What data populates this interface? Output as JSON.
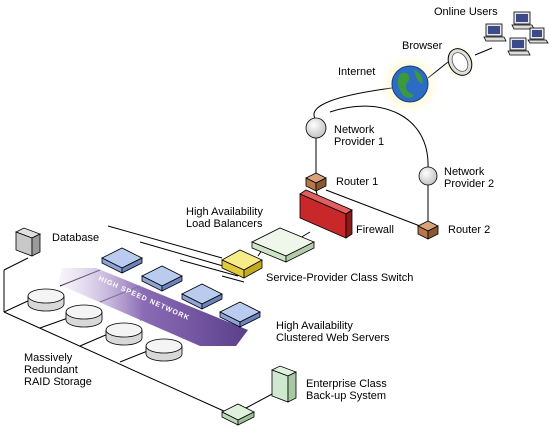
{
  "labels": {
    "online_users": "Online Users",
    "browser": "Browser",
    "internet": "Internet",
    "network_provider_1": "Network\nProvider 1",
    "network_provider_2": "Network\nProvider 2",
    "router_1": "Router 1",
    "router_2": "Router 2",
    "load_balancers": "High Availability\nLoad Balancers",
    "firewall": "Firewall",
    "database": "Database",
    "switch": "Service-Provider Class Switch",
    "high_speed_network": "HIGH SPEED NETWORK",
    "web_servers": "High Availability\nClustered Web Servers",
    "raid_storage": "Massively\nRedundant\nRAID Storage",
    "backup": "Enterprise Class\nBack-up System"
  },
  "colors": {
    "firewall": "#c8282a",
    "switch": "#f2e055",
    "load_balancer": "#dff0d8",
    "web_server": "#a9bde8",
    "router": "#b8764a",
    "network_band": "#8a6bb5",
    "storage": "#f2f2f2",
    "backup": "#cfe8cf",
    "database": "#c8c8c8",
    "globe_glow": "#fff3a8"
  },
  "icons": [
    "computer-icon",
    "magnifier-lens-icon",
    "globe-icon",
    "network-node-icon",
    "router-icon",
    "firewall-icon",
    "switch-icon",
    "server-icon",
    "disk-icon",
    "tower-icon"
  ]
}
